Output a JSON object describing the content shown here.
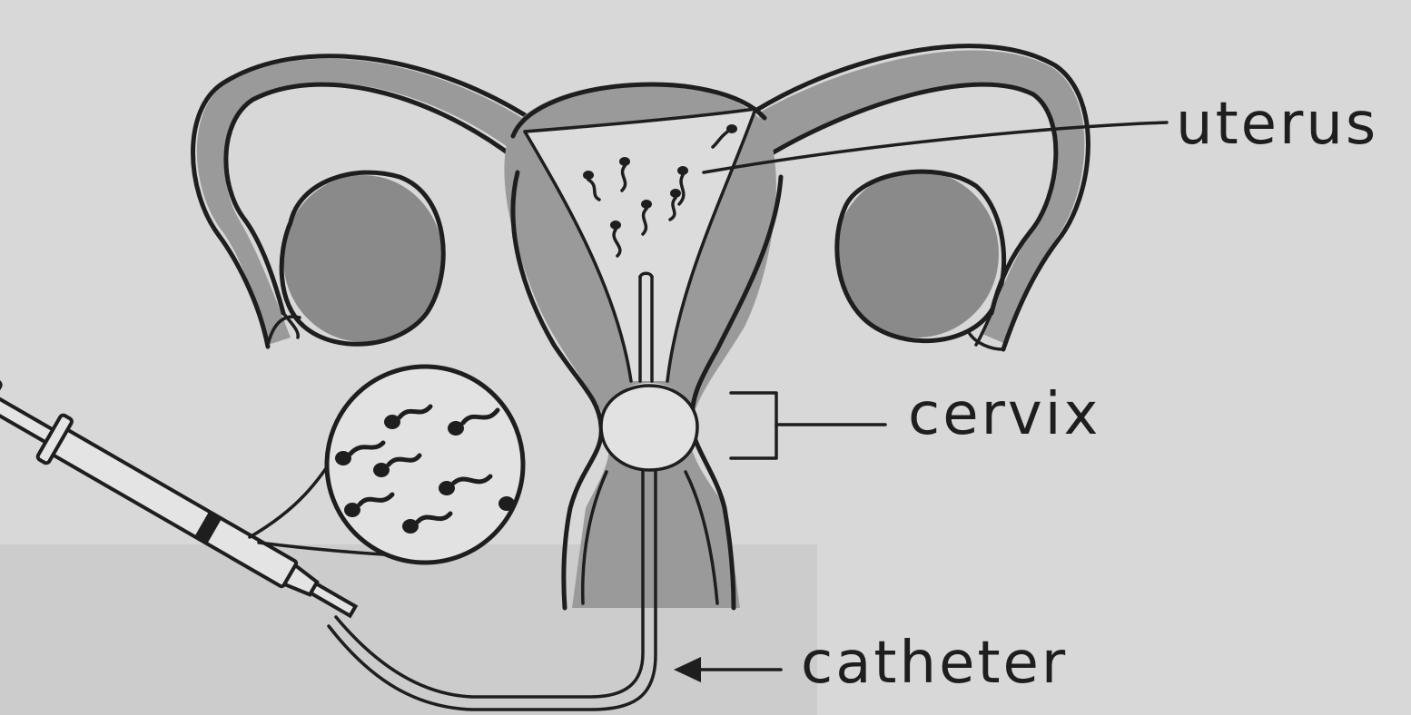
{
  "labels": {
    "uterus": "uterus",
    "cervix": "cervix",
    "catheter": "catheter"
  },
  "colors": {
    "paper": "#d6d6d6",
    "ink": "#1e1e1e",
    "wash": "#9a9a9a"
  }
}
